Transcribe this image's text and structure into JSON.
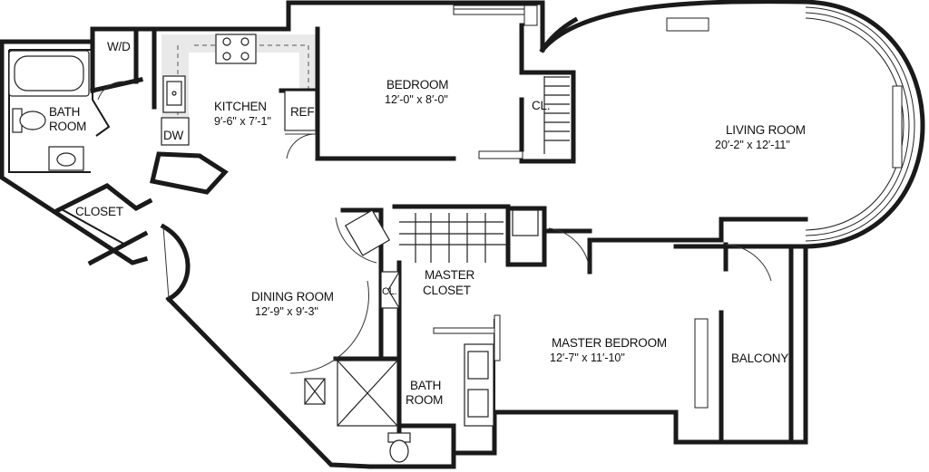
{
  "rooms": {
    "wd": {
      "name": "W/D"
    },
    "bath1": {
      "line1": "BATH",
      "line2": "ROOM"
    },
    "kitchen": {
      "name": "KITCHEN",
      "dims": "9′-6\" x 7′-1\""
    },
    "dw": {
      "name": "DW"
    },
    "ref": {
      "name": "REF"
    },
    "bedroom": {
      "name": "BEDROOM",
      "dims": "12′-0\" x 8′-0\""
    },
    "closet_bedroom": {
      "name": "CL."
    },
    "living": {
      "name": "LIVING ROOM",
      "dims": "20′-2\" x 12′-11\""
    },
    "closet1": {
      "name": "CLOSET"
    },
    "dining": {
      "name": "DINING ROOM",
      "dims": "12′-9\" x 9′-3\""
    },
    "closet_dining": {
      "name": "CL."
    },
    "master_closet": {
      "line1": "MASTER",
      "line2": "CLOSET"
    },
    "master_bedroom": {
      "name": "MASTER BEDROOM",
      "dims": "12′-7\" x 11′-10\""
    },
    "balcony": {
      "name": "BALCONY"
    },
    "bath2": {
      "line1": "BATH",
      "line2": "ROOM"
    }
  }
}
